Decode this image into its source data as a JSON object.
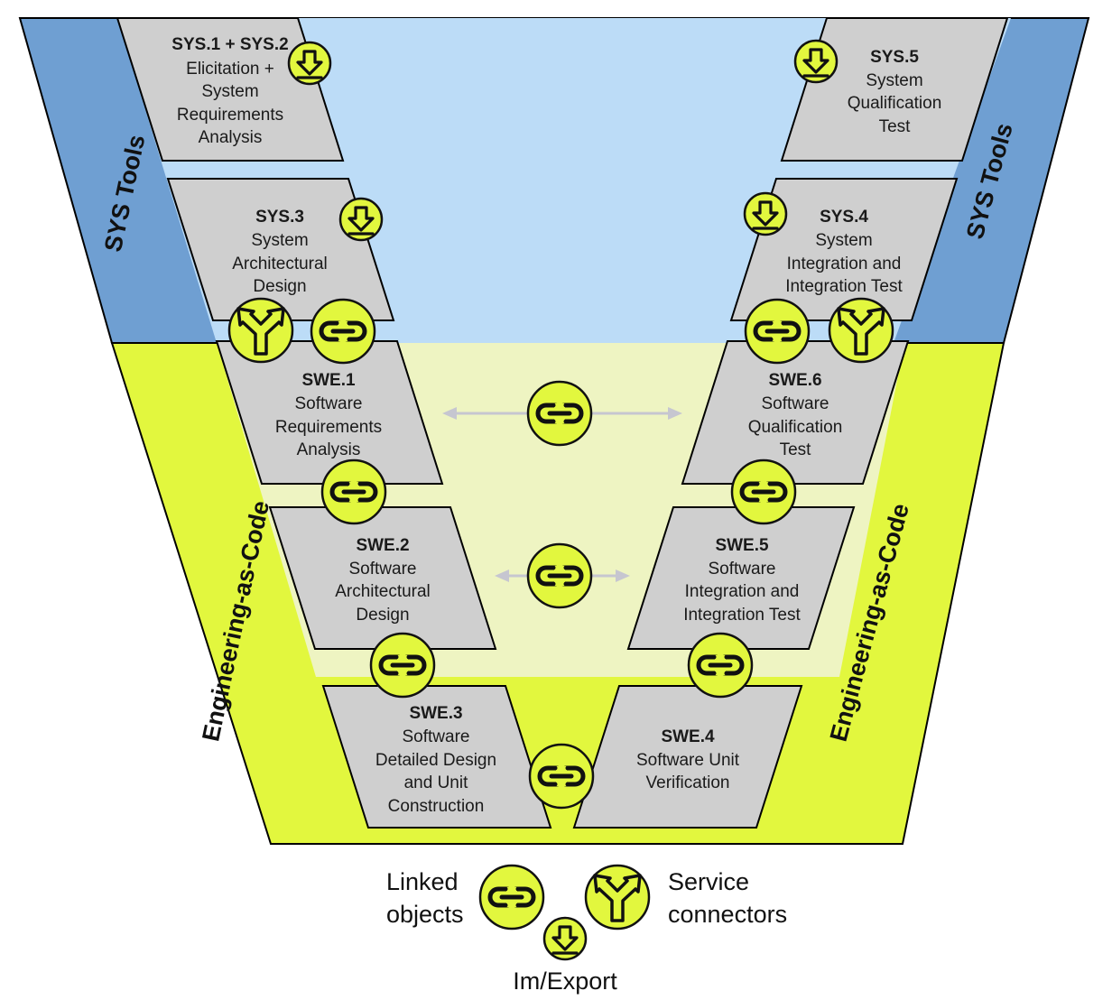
{
  "colors": {
    "sys_band": "#6f9fd2",
    "sys_inner": "#bcdcf7",
    "swe_band": "#e2f73e",
    "swe_inner": "#eef4c2",
    "box_fill": "#cfcfcf",
    "badge_fill": "#e2f73e",
    "arrow": "#c6c6d0"
  },
  "bands": {
    "sys_left": "SYS Tools",
    "sys_right": "SYS Tools",
    "eac_left": "Engineering-as-Code",
    "eac_right": "Engineering-as-Code"
  },
  "processes": {
    "sys12": {
      "id": "SYS.1 + SYS.2",
      "lines": [
        "Elicitation +",
        "System",
        "Requirements",
        "Analysis"
      ]
    },
    "sys3": {
      "id": "SYS.3",
      "lines": [
        "System",
        "Architectural",
        "Design"
      ]
    },
    "swe1": {
      "id": "SWE.1",
      "lines": [
        "Software",
        "Requirements",
        "Analysis"
      ]
    },
    "swe2": {
      "id": "SWE.2",
      "lines": [
        "Software",
        "Architectural",
        "Design"
      ]
    },
    "swe3": {
      "id": "SWE.3",
      "lines": [
        "Software",
        "Detailed Design",
        "and Unit",
        "Construction"
      ]
    },
    "swe4": {
      "id": "SWE.4",
      "lines": [
        "Software Unit",
        "Verification"
      ]
    },
    "swe5": {
      "id": "SWE.5",
      "lines": [
        "Software",
        "Integration and",
        "Integration Test"
      ]
    },
    "swe6": {
      "id": "SWE.6",
      "lines": [
        "Software",
        "Qualification",
        "Test"
      ]
    },
    "sys4": {
      "id": "SYS.4",
      "lines": [
        "System",
        "Integration and",
        "Integration Test"
      ]
    },
    "sys5": {
      "id": "SYS.5",
      "lines": [
        "System",
        "Qualification",
        "Test"
      ]
    }
  },
  "legend": {
    "linked": [
      "Linked",
      "objects"
    ],
    "service": [
      "Service",
      "connectors"
    ],
    "imexport": "Im/Export"
  },
  "icons": {
    "link": "link-icon",
    "service": "split-arrow-icon",
    "import": "download-icon"
  }
}
